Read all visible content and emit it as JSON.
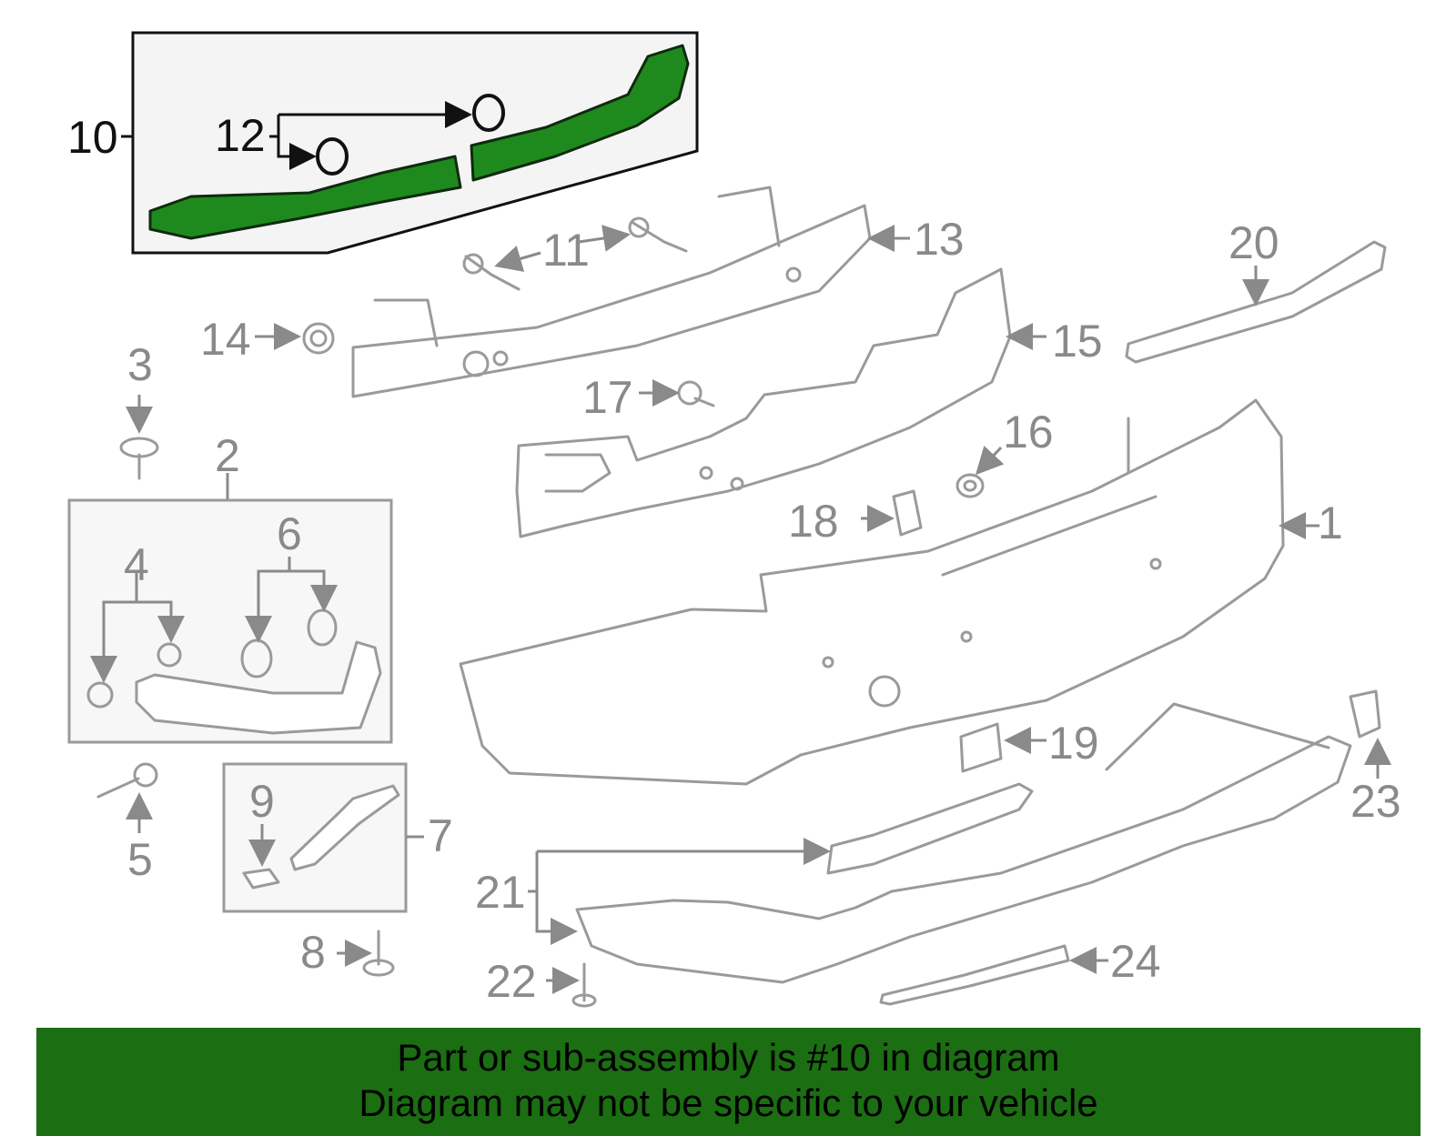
{
  "diagram": {
    "callouts": {
      "c1": "1",
      "c2": "2",
      "c3": "3",
      "c4": "4",
      "c5": "5",
      "c6": "6",
      "c7": "7",
      "c8": "8",
      "c9": "9",
      "c10": "10",
      "c11": "11",
      "c12": "12",
      "c13": "13",
      "c14": "14",
      "c15": "15",
      "c16": "16",
      "c17": "17",
      "c18": "18",
      "c19": "19",
      "c20": "20",
      "c21": "21",
      "c22": "22",
      "c23": "23",
      "c24": "24"
    },
    "highlighted_part": "10",
    "colors": {
      "highlight": "#1e8a1e",
      "banner": "#1b6e12",
      "line": "#9a9a9a"
    }
  },
  "banner": {
    "line1": "Part or sub-assembly is #10 in diagram",
    "line2": "Diagram may not be specific to your vehicle"
  }
}
